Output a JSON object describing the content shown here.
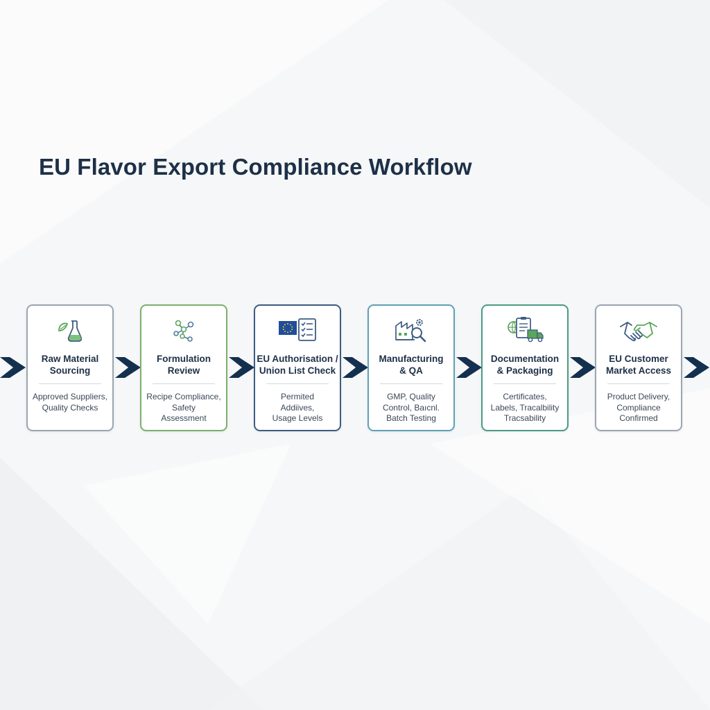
{
  "title": "EU Flavor Export Compliance Workflow",
  "colors": {
    "arrow": "#14304f",
    "title": "#1d3047",
    "card_borders": [
      "#9aa6b2",
      "#7bb06d",
      "#3d5b82",
      "#5fa0b6",
      "#4c9a86",
      "#9aa6b2"
    ],
    "eu_blue": "#1f4e9c",
    "green_accent": "#5aa65a"
  },
  "steps": [
    {
      "icon": "flask-leaf-icon",
      "name": [
        "Raw Material",
        "Sourcing"
      ],
      "desc": [
        "Approved Suppliers,",
        "Quality Checks"
      ]
    },
    {
      "icon": "molecule-icon",
      "name": [
        "Formulation",
        "Review"
      ],
      "desc": [
        "Recipe Compliance,",
        "Safety",
        "Assessment"
      ]
    },
    {
      "icon": "eu-flag-checklist-icon",
      "name": [
        "EU Authorisation /",
        "Union List Check"
      ],
      "desc": [
        "Permited",
        "Addiives,",
        "Usage Levels"
      ]
    },
    {
      "icon": "factory-magnifier-icon",
      "name": [
        "Manufacturing",
        "& QA"
      ],
      "desc": [
        "GMP, Quality",
        "Control, Baıcnl.",
        "Batch Testing"
      ]
    },
    {
      "icon": "documents-truck-icon",
      "name": [
        "Documentation",
        "& Packaging"
      ],
      "desc": [
        "Certificates,",
        "Labels, Tracalbility",
        "Tracsability"
      ]
    },
    {
      "icon": "handshake-icon",
      "name": [
        "EU Customer",
        "Market Access"
      ],
      "desc": [
        "Product Delivery,",
        "Compliance",
        "Confirmed"
      ]
    }
  ]
}
